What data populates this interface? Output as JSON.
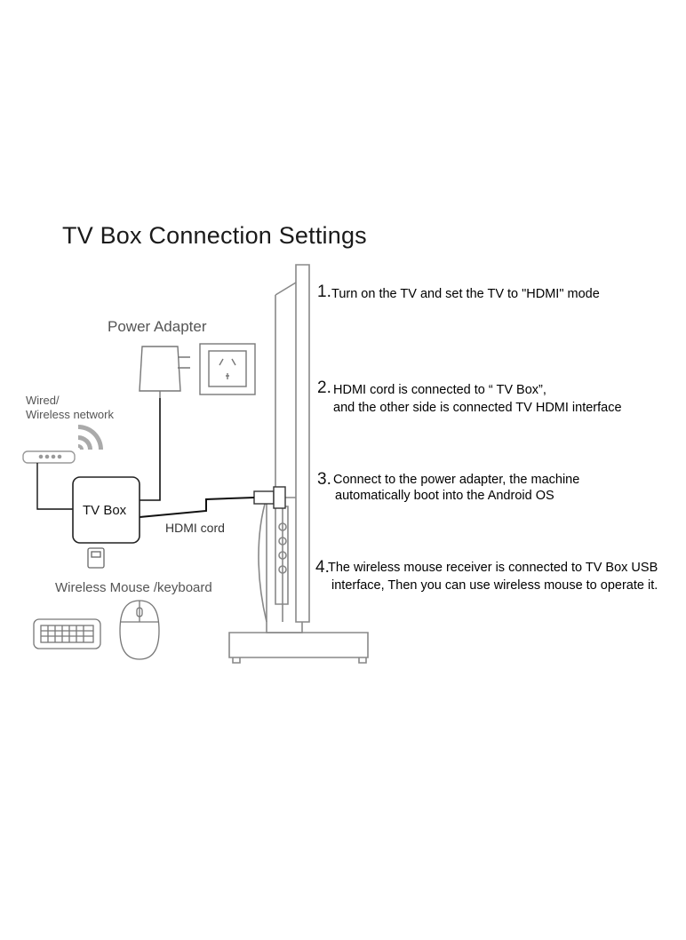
{
  "title": "TV Box Connection Settings",
  "labels": {
    "power_adapter": "Power Adapter",
    "network_line1": "Wired/",
    "network_line2": "Wireless network",
    "tv_box": "TV Box",
    "hdmi_cord": "HDMI cord",
    "wireless_mouse_keyboard": "Wireless Mouse /keyboard"
  },
  "steps": [
    {
      "number": "1.",
      "lines": [
        "Turn on the TV and set the TV to \"HDMI\" mode"
      ]
    },
    {
      "number": "2.",
      "lines": [
        "HDMI cord is connected to “ TV Box”,",
        "and the other side is connected TV HDMI interface"
      ]
    },
    {
      "number": "3.",
      "lines": [
        "Connect to the power adapter, the machine",
        "automatically boot into the Android OS"
      ]
    },
    {
      "number": "4.",
      "lines": [
        "The wireless mouse receiver is connected to TV  Box USB",
        "interface, Then you can use wireless mouse to operate it."
      ]
    }
  ]
}
